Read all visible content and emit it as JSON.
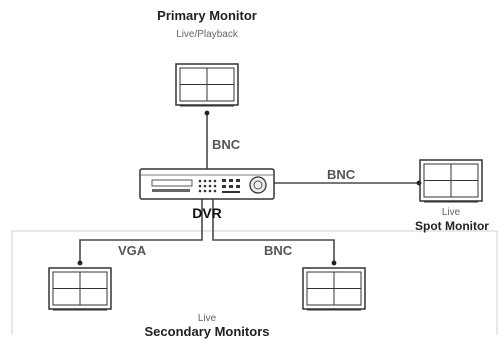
{
  "primary_monitor": {
    "title": "Primary Monitor",
    "subtitle": "Live/Playback"
  },
  "dvr": {
    "label": "DVR"
  },
  "spot_monitor": {
    "title": "Spot Monitor",
    "subtitle": "Live"
  },
  "secondary_monitors": {
    "title": "Secondary Monitors",
    "subtitle": "Live"
  },
  "connections": {
    "primary": "BNC",
    "spot": "BNC",
    "secondary_left": "VGA",
    "secondary_right": "BNC"
  },
  "colors": {
    "line": "#4a4a4a",
    "frame": "#d0d0d0",
    "monitor": "#333333"
  }
}
